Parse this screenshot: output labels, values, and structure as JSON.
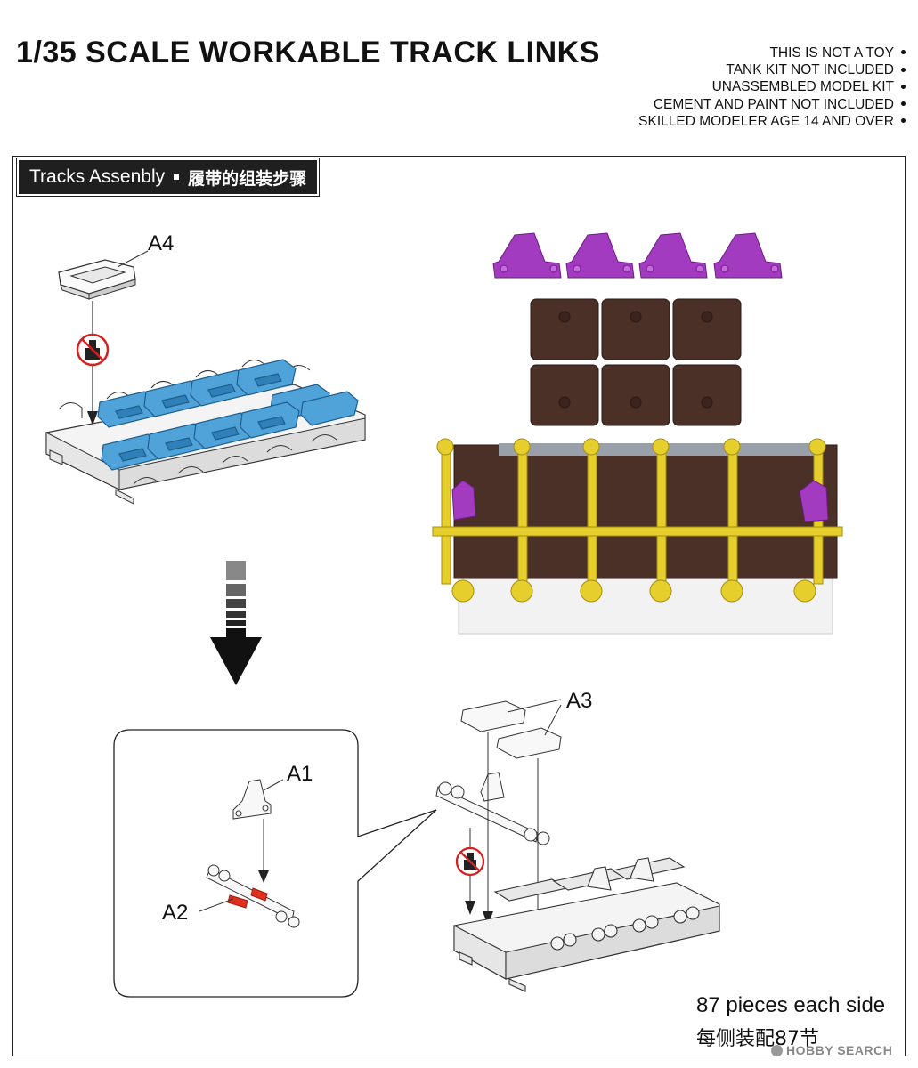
{
  "header": {
    "title": "1/35 SCALE WORKABLE TRACK LINKS",
    "warnings": [
      "THIS IS NOT A TOY",
      "TANK KIT NOT INCLUDED",
      "UNASSEMBLED MODEL KIT",
      "CEMENT AND PAINT NOT INCLUDED",
      "SKILLED MODELER AGE 14 AND OVER"
    ]
  },
  "section": {
    "title_en": "Tracks Assenbly",
    "title_zh": "履带的组装步骤"
  },
  "part_labels": {
    "a4": "A4",
    "a3": "A3",
    "a1": "A1",
    "a2": "A2"
  },
  "caption": {
    "en": "87 pieces each side",
    "zh": "每侧装配87节"
  },
  "watermark": "HOBBY SEARCH",
  "colors": {
    "jig_white": "#f2f2f2",
    "track_pad_blue": "#4fa3d8",
    "connector_purple": "#a23bbf",
    "track_brown": "#4a3027",
    "pin_yellow": "#e6cf2c",
    "no_glue_red": "#d32020",
    "marker_red": "#e0301e"
  },
  "icons": [
    "no-glue-icon",
    "down-arrow-icon"
  ]
}
